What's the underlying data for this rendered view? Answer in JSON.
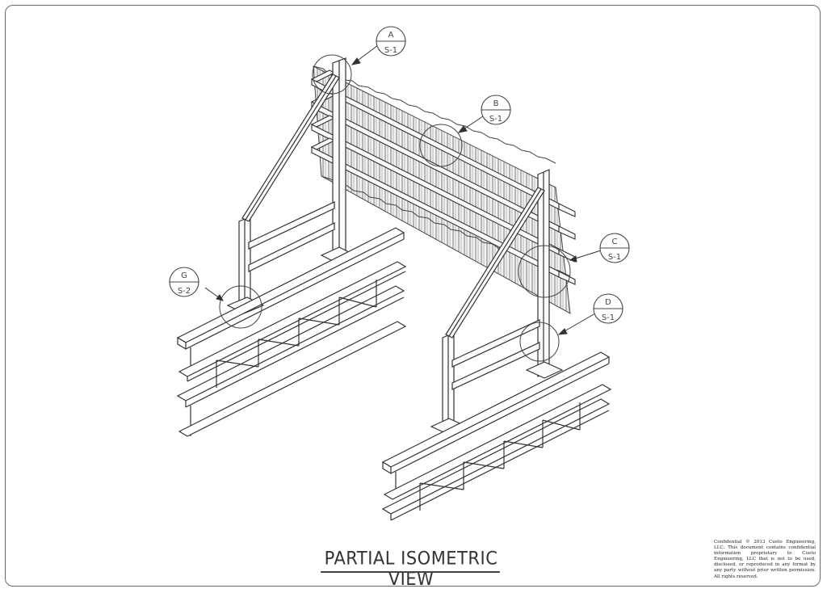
{
  "drawing": {
    "title": "PARTIAL ISOMETRIC VIEW",
    "confidential_notice": "Confidential © 2013 Cueto Engineering, LLC. This document contains confidential information proprietary to Cueto Engineering, LLC that is not to be used, disclosed, or reproduced in any format by any party without prior written permission. All rights reserved.",
    "line_color": "#333333",
    "border_color": "#6a6a6a"
  },
  "callouts": [
    {
      "id": "A",
      "detail": "A",
      "sheet": "S-1"
    },
    {
      "id": "B",
      "detail": "B",
      "sheet": "S-1"
    },
    {
      "id": "C",
      "detail": "C",
      "sheet": "S-1"
    },
    {
      "id": "D",
      "detail": "D",
      "sheet": "S-1"
    },
    {
      "id": "G",
      "detail": "G",
      "sheet": "S-2"
    }
  ]
}
